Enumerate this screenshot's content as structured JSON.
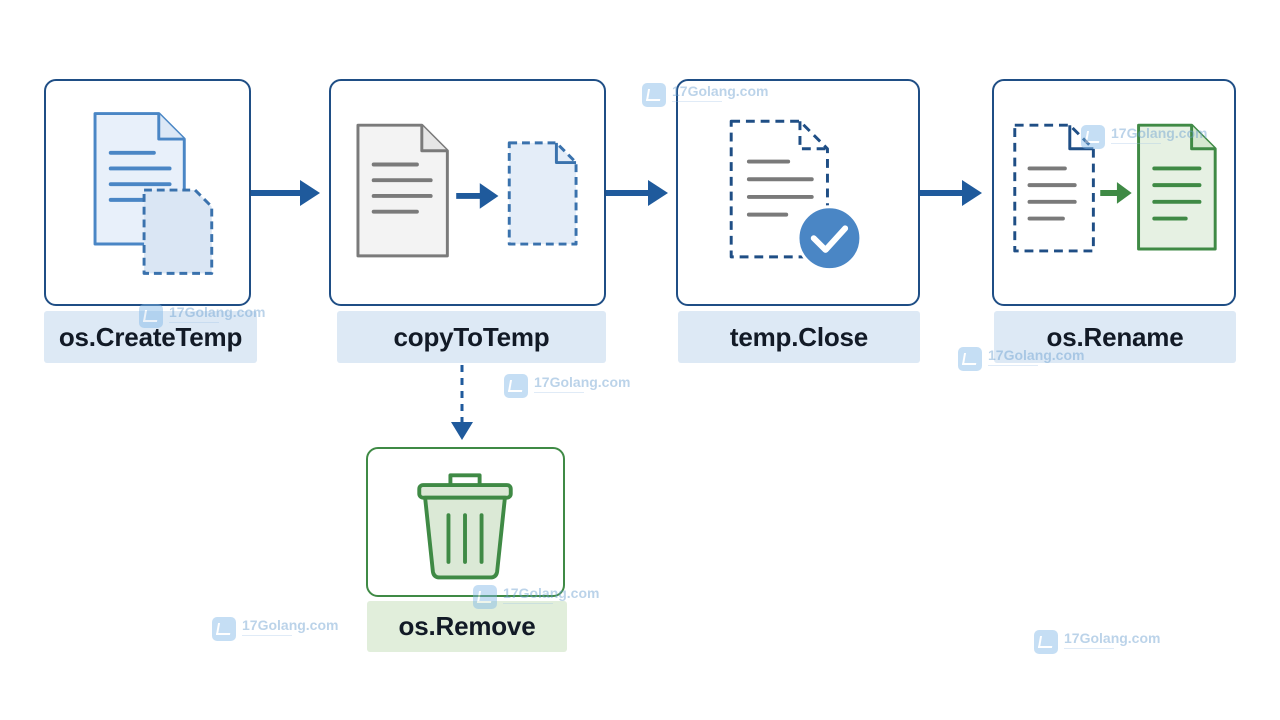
{
  "steps": [
    {
      "label": "os.CreateTemp",
      "icon": "create-temp-file-icon"
    },
    {
      "label": "copyToTemp",
      "icon": "copy-to-temp-icon"
    },
    {
      "label": "temp.Close",
      "icon": "close-temp-file-icon"
    },
    {
      "label": "os.Rename",
      "icon": "rename-file-icon"
    }
  ],
  "failure_step": {
    "label": "os.Remove",
    "icon": "trash-icon"
  },
  "watermark": {
    "text": "17Golang.com"
  },
  "colors": {
    "border_blue": "#1f4e85",
    "arrow_blue": "#1f5a9c",
    "accent_blue": "#4a86c5",
    "label_blue_bg": "#dde9f5",
    "success_green": "#3f8a45",
    "label_green_bg": "#e1eedb",
    "doc_gray": "#7a7a7a"
  }
}
